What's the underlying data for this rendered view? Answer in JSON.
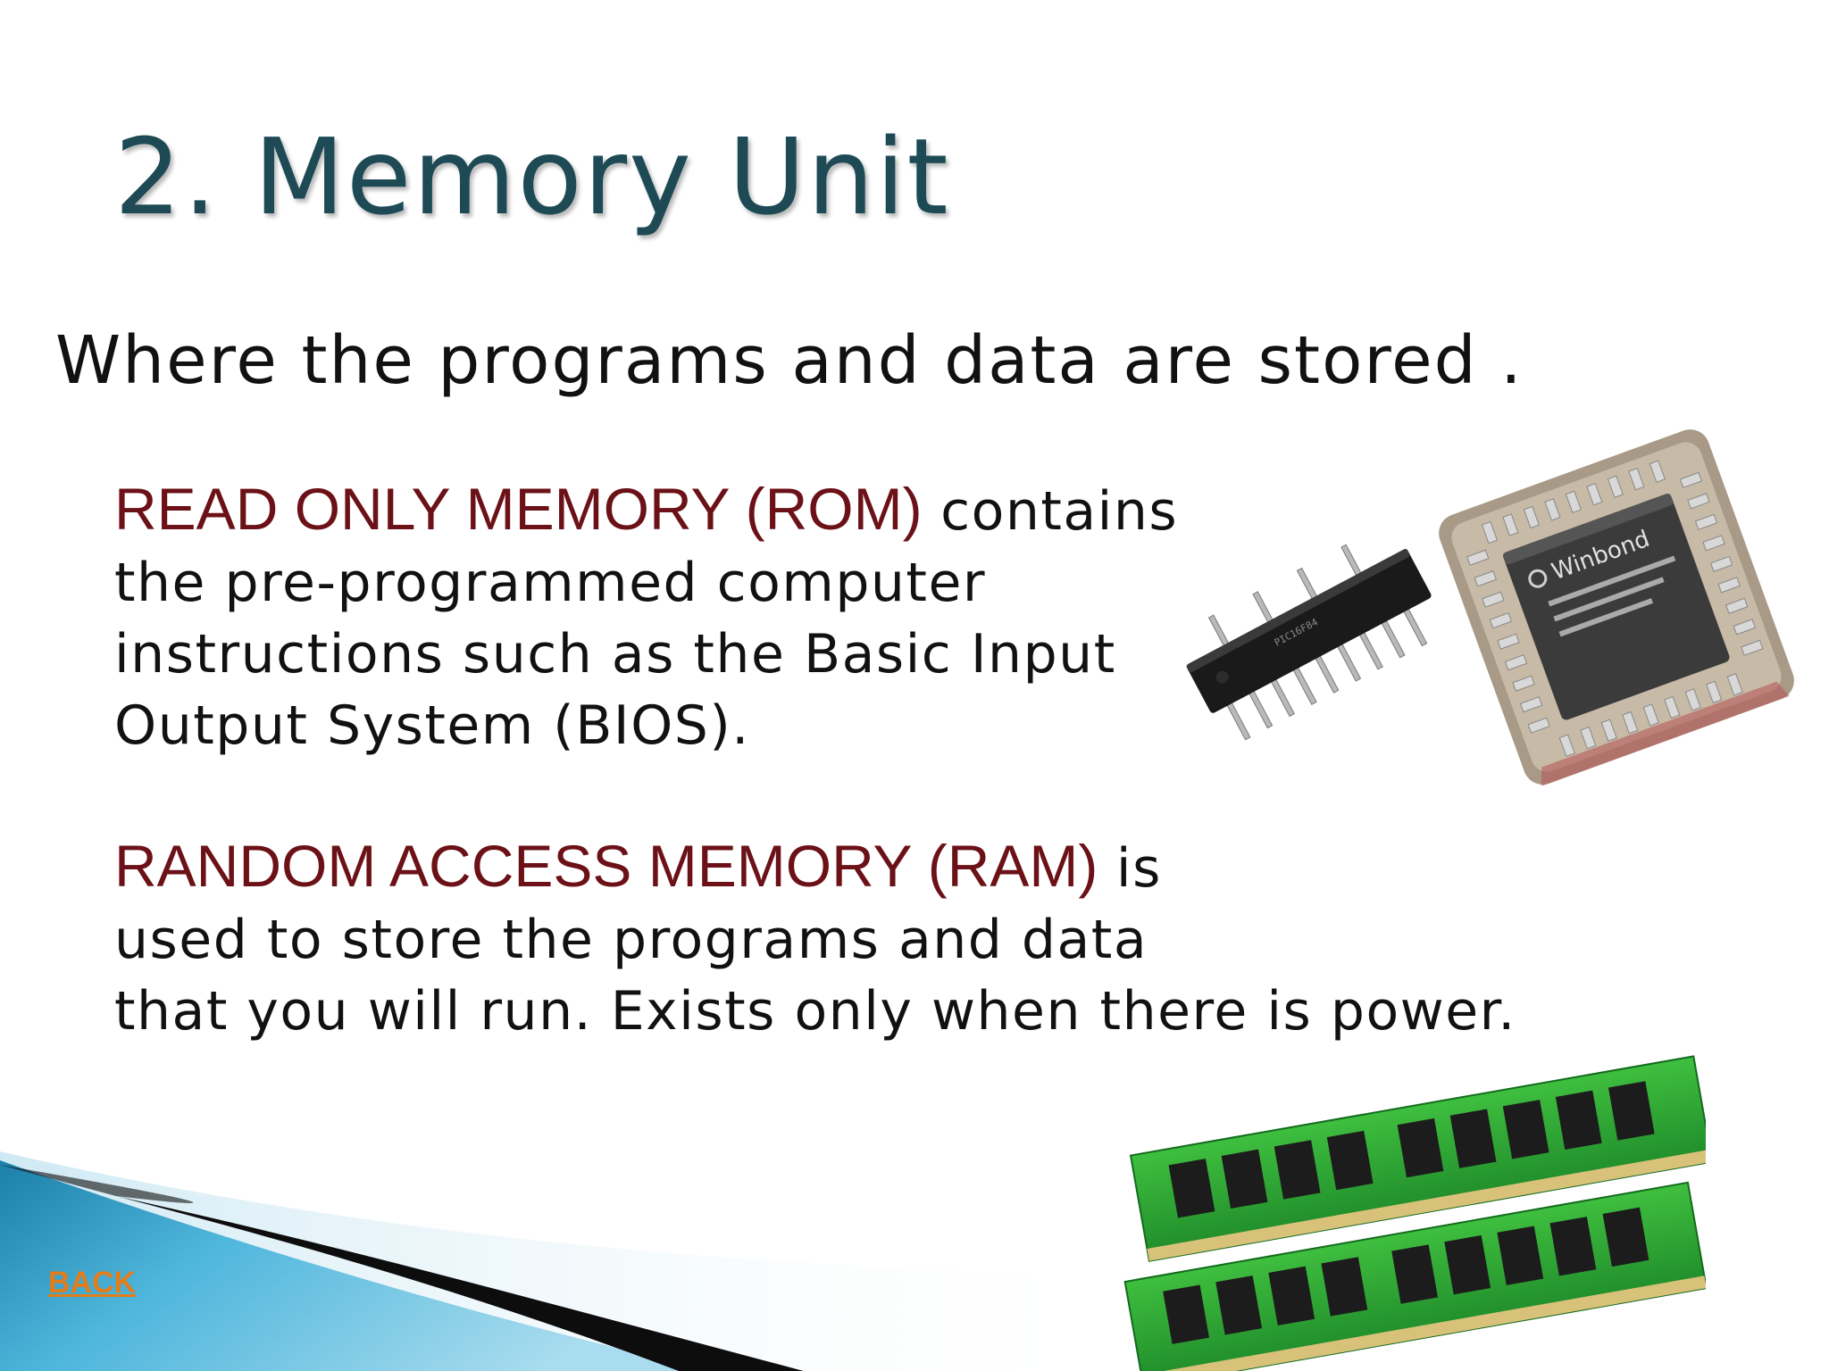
{
  "slide": {
    "title": "2. Memory Unit",
    "subtitle": "Where the programs and data are stored .",
    "rom": {
      "term": "READ ONLY MEMORY (ROM)",
      "line1_rest": " contains",
      "line2": "the pre-programmed computer",
      "line3": "instructions such as the Basic Input",
      "line4": "Output System (BIOS)."
    },
    "ram": {
      "term": "RANDOM ACCESS MEMORY (RAM)",
      "line1_rest": " is",
      "line2": "used to store the programs and data",
      "line3": "that you will run.  Exists only when there is power."
    },
    "back_label": "BACK",
    "chip_marking": "Winbond"
  },
  "colors": {
    "title": "#1d4a55",
    "term": "#6b1117",
    "back_link": "#e37d1a",
    "wave_blue": "#2a8fb8"
  },
  "images": {
    "dip_chip": "dip-chip-icon",
    "plcc_chip": "plcc-chip-icon",
    "ram_modules": "ram-module-icon"
  }
}
